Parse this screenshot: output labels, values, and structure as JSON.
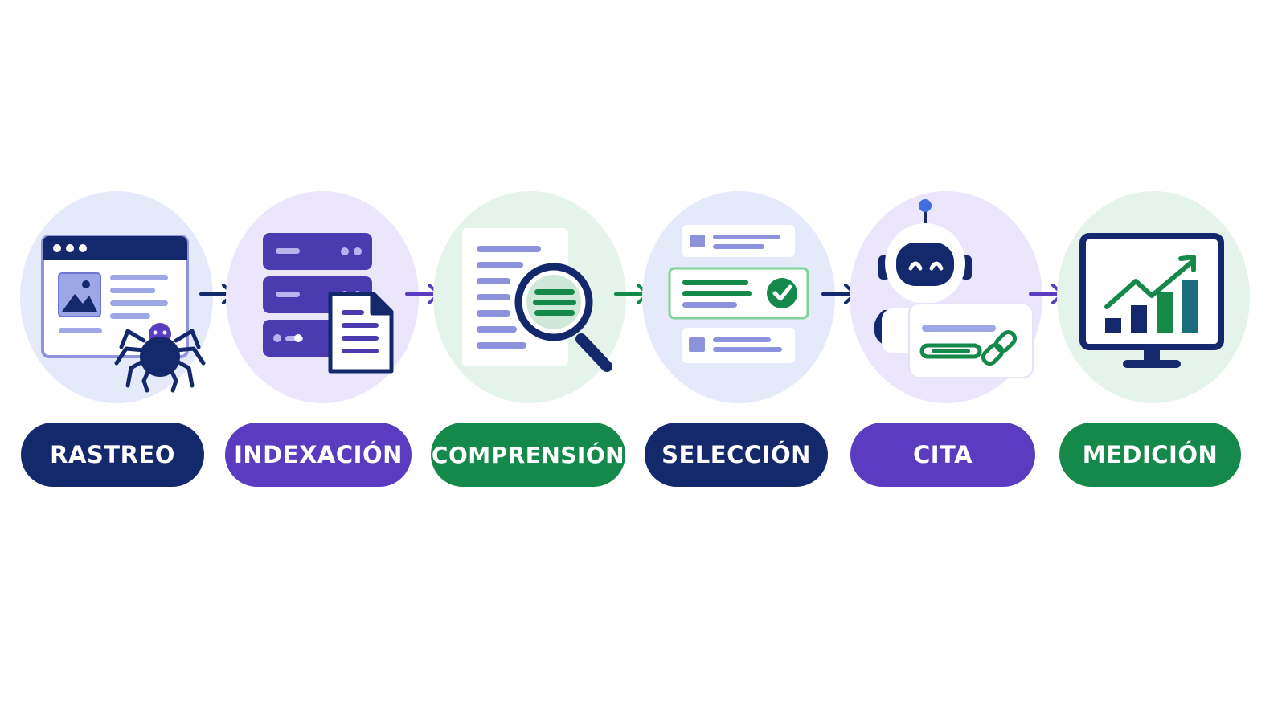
{
  "colors": {
    "navy": "#13296b",
    "purple": "#5a3ebf",
    "green": "#13894a",
    "lavender": "#9b93e0",
    "navy_pill": "#13296b",
    "purple_pill": "#5b3cc0",
    "green_pill": "#14894a",
    "circle_blue": "#e6ebfb",
    "circle_purple": "#ece7fb",
    "circle_green": "#e6f4ea"
  },
  "steps": [
    {
      "label": "RASTREO",
      "icon": "browser-spider-icon",
      "pill_color": "#13296b",
      "circle_color": "#e5eafb"
    },
    {
      "label": "INDEXACIÓN",
      "icon": "database-document-icon",
      "pill_color": "#5b3cc0",
      "circle_color": "#ebe6fb"
    },
    {
      "label": "COMPRENSIÓN",
      "icon": "document-magnifier-icon",
      "pill_color": "#14894a",
      "circle_color": "#e5f4ea"
    },
    {
      "label": "SELECCIÓN",
      "icon": "selected-result-check-icon",
      "pill_color": "#13296b",
      "circle_color": "#e5eafb"
    },
    {
      "label": "CITA",
      "icon": "robot-citation-link-icon",
      "pill_color": "#5b3cc0",
      "circle_color": "#ebe6fb"
    },
    {
      "label": "MEDICIÓN",
      "icon": "monitor-growth-chart-icon",
      "pill_color": "#14894a",
      "circle_color": "#e5f4ea"
    }
  ],
  "arrows": [
    {
      "icon": "arrow-right-icon",
      "color": "#13296b"
    },
    {
      "icon": "arrow-right-icon",
      "color": "#5b3cc0"
    },
    {
      "icon": "arrow-right-icon",
      "color": "#14894a"
    },
    {
      "icon": "arrow-right-icon",
      "color": "#13296b"
    },
    {
      "icon": "arrow-right-icon",
      "color": "#5b3cc0"
    }
  ]
}
